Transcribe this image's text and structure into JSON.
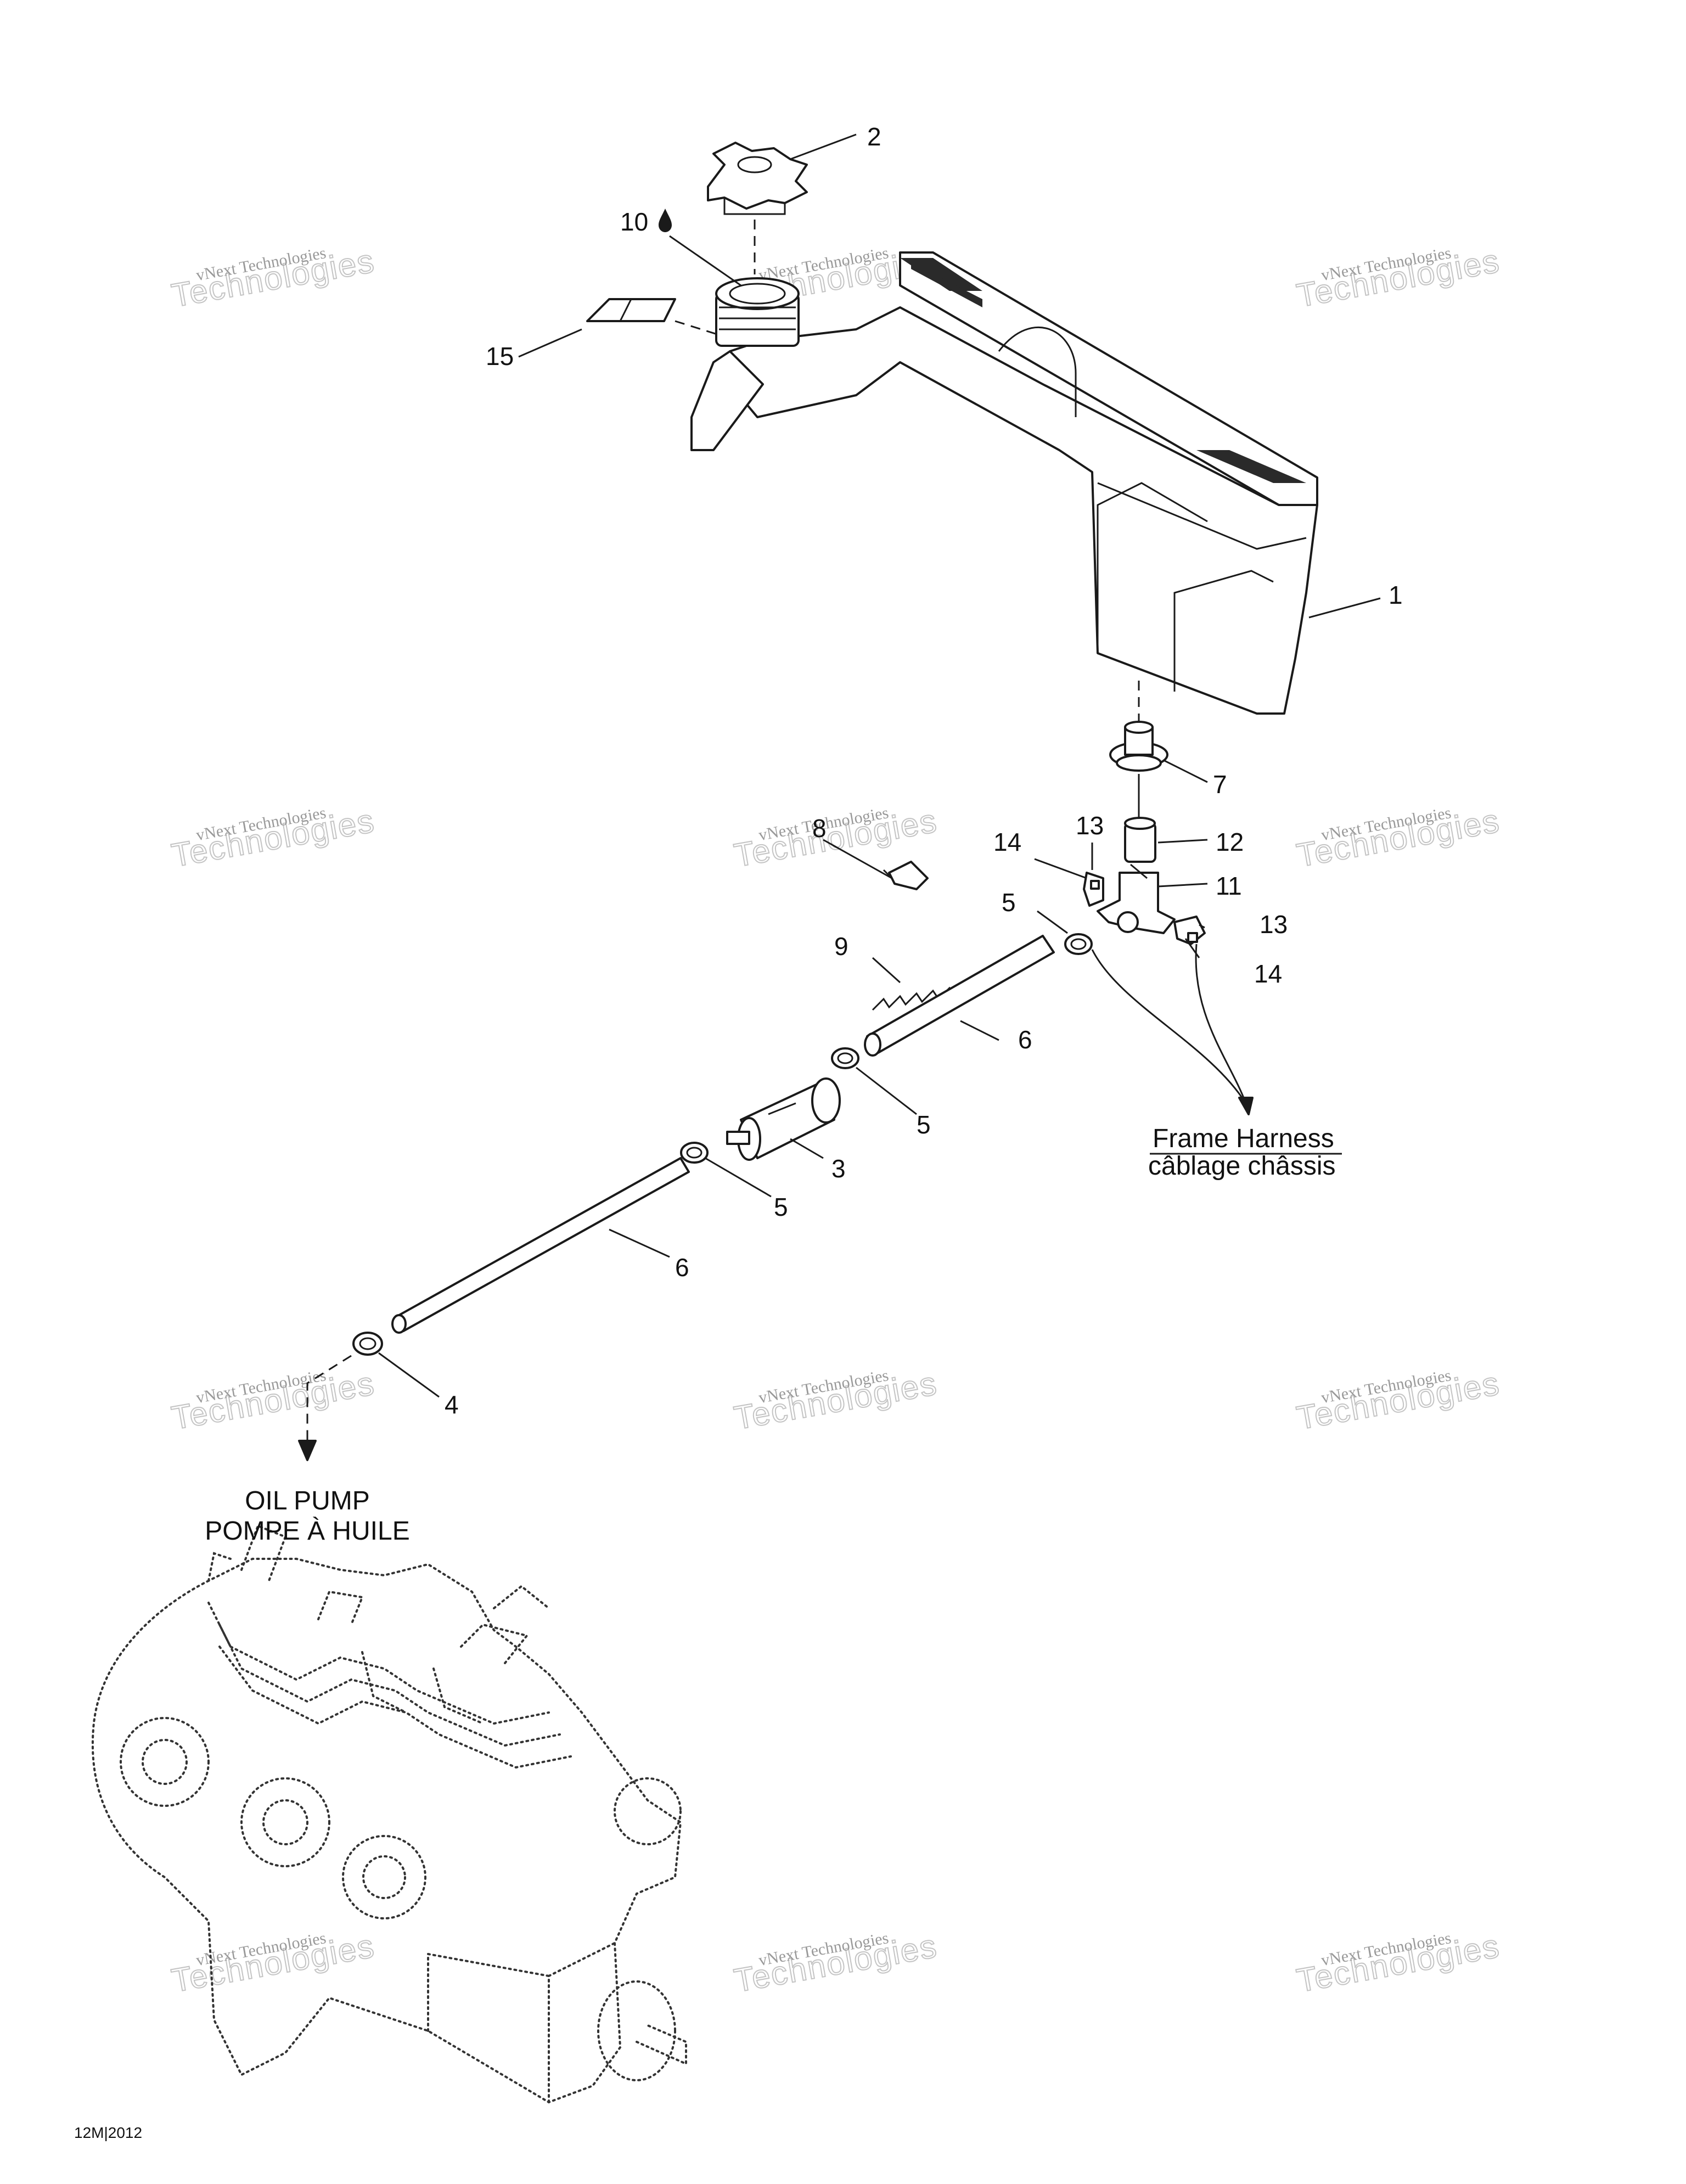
{
  "callouts": {
    "c1": "1",
    "c2": "2",
    "c3": "3",
    "c4": "4",
    "c5a": "5",
    "c5b": "5",
    "c5c": "5",
    "c6a": "6",
    "c6b": "6",
    "c7": "7",
    "c8": "8",
    "c9": "9",
    "c10": "10",
    "c11": "11",
    "c12": "12",
    "c13a": "13",
    "c13b": "13",
    "c14a": "14",
    "c14b": "14",
    "c15": "15"
  },
  "notes": {
    "frame_harness_en": "Frame Harness",
    "frame_harness_fr": "câblage châssis",
    "oil_pump_en": "OIL PUMP",
    "oil_pump_fr": "POMPE À HUILE"
  },
  "watermark": {
    "line1": "vNext Technologies",
    "line2": "Technologies"
  },
  "drawing_code": "12M|2012"
}
